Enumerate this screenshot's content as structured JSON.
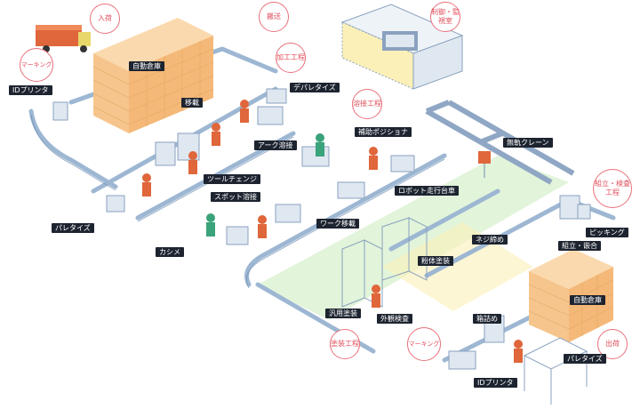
{
  "colors": {
    "conveyor": "#9db7d3",
    "conveyor_dark": "#6f8fb3",
    "storage": "#f6c58d",
    "storage_grid": "#e3a764",
    "zone_green": "#dff3d6",
    "zone_yellow": "#fbf0b8",
    "robot": "#e0663b",
    "machine": "#dfe7f0",
    "machine_dark": "#8aa2bf",
    "label_bg": "#1d2430",
    "callout": "#e0505e",
    "crane": "#8fa7c4"
  },
  "callouts": {
    "nyuka": "入荷",
    "marking_top": "マーキング",
    "yuso": "搬送",
    "kako": "加工工程",
    "yosetsu": "溶接工程",
    "seigyo": "制御・監視室",
    "kumitate": "組立・検査工程",
    "tosou": "塗装工程",
    "marking_bottom": "マーキング",
    "shukka": "出荷"
  },
  "labels": {
    "jido_soko_top": "自動倉庫",
    "id_printer_top": "IDプリンタ",
    "ido": "移載",
    "depalletize": "デパレタイズ",
    "hojo_positioner": "補助ポジショナ",
    "mujin_crane": "無軌クレーン",
    "arc": "アーク溶接",
    "tool_change": "ツールチェンジ",
    "spot": "スポット溶接",
    "palletize_left": "パレタイズ",
    "kashime": "カシメ",
    "work_ido": "ワーク移載",
    "robot_daisha": "ロボット走行台車",
    "neji": "ネジ締め",
    "picking": "ピッキング",
    "kumitate_kaso": "組立・嵌合",
    "funtai": "粉体塗装",
    "hanyo_tosou": "汎用塗装",
    "gaikan": "外観検査",
    "hakozume": "箱詰め",
    "jido_soko_bottom": "自動倉庫",
    "palletize_bottom": "パレタイズ",
    "id_printer_bottom": "IDプリンタ"
  }
}
